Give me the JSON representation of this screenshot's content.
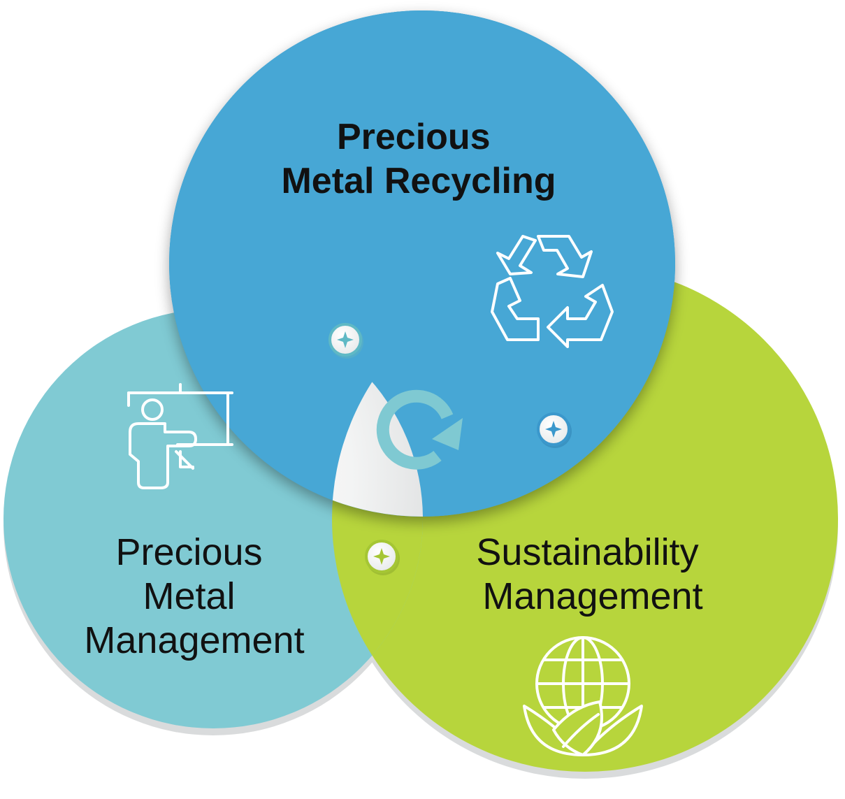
{
  "circles": {
    "recycling": {
      "title_lines": [
        "Precious",
        "Metal Recycling"
      ],
      "color": "#47A7D5",
      "icon": "recycle-icon"
    },
    "management": {
      "title_lines": [
        "Precious",
        "Metal",
        "Management"
      ],
      "color": "#80CAD3",
      "icon": "presentation-board-icon"
    },
    "sustainability": {
      "title_lines": [
        "Sustainability",
        "Management"
      ],
      "color": "#B7D53C",
      "icon": "globe-leaves-icon"
    }
  },
  "center": {
    "color": "#ffffff",
    "icon": "refresh-cycle-icon",
    "icon_color": "#7FC9D2"
  },
  "connectors": {
    "icon": "plus-circle-icon"
  }
}
